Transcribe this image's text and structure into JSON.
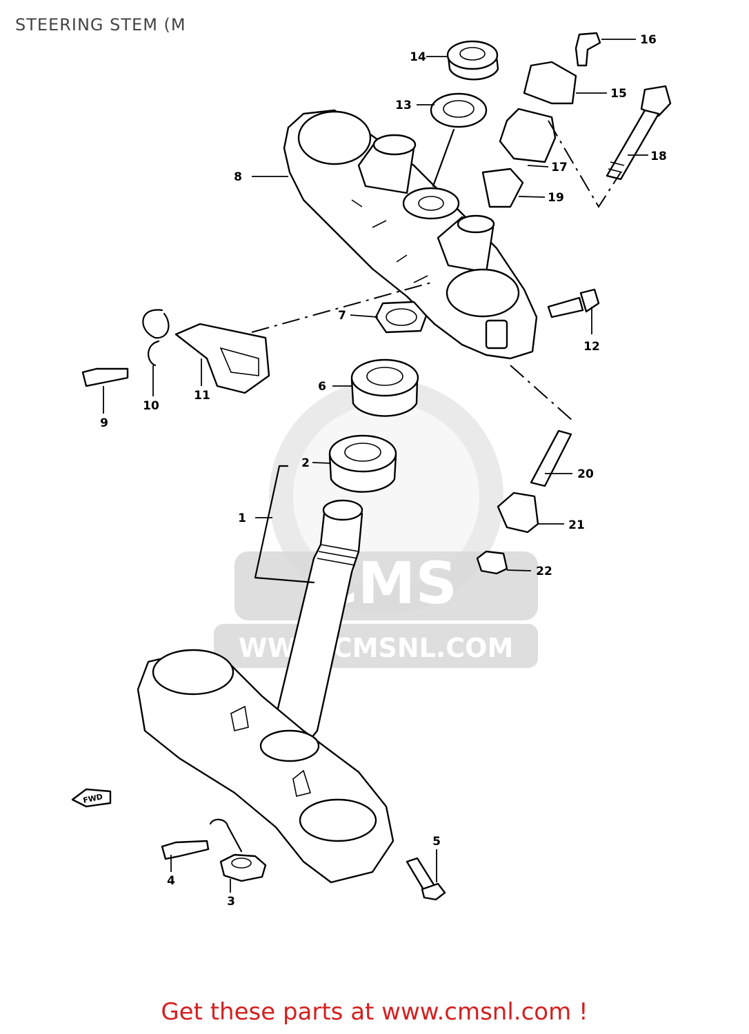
{
  "title": "STEERING STEM (M",
  "watermark": {
    "brand": "CMS",
    "url": "WWW.CMSNL.COM"
  },
  "front_marker": "FWD",
  "callouts": [
    "1",
    "2",
    "3",
    "4",
    "5",
    "6",
    "7",
    "8",
    "9",
    "10",
    "11",
    "12",
    "13",
    "14",
    "15",
    "16",
    "17",
    "18",
    "19",
    "20",
    "21",
    "22"
  ],
  "footer": "Get these parts at www.cmsnl.com !"
}
